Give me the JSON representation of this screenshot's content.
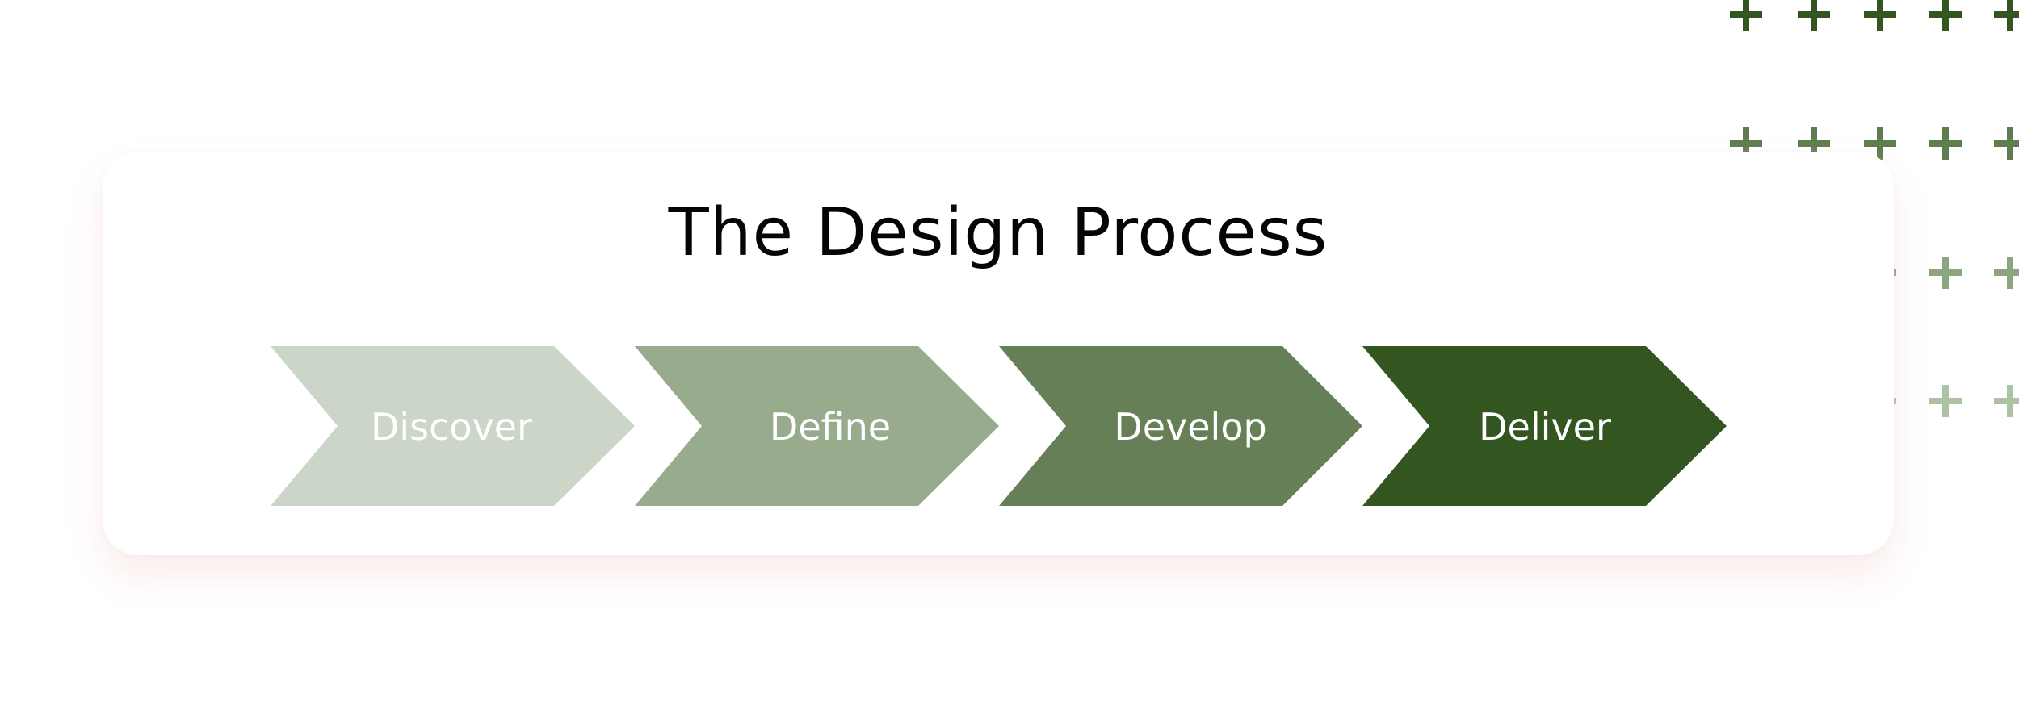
{
  "title": "The Design Process",
  "steps": [
    {
      "label": "Discover",
      "color": "#cbd5c8"
    },
    {
      "label": "Define",
      "color": "#98ab8c"
    },
    {
      "label": "Develop",
      "color": "#667f56"
    },
    {
      "label": "Deliver",
      "color": "#335520"
    }
  ],
  "decoration": {
    "plus_colors": [
      "#335520",
      "#5f7d4e",
      "#8ca67f",
      "#adc1a4"
    ]
  }
}
